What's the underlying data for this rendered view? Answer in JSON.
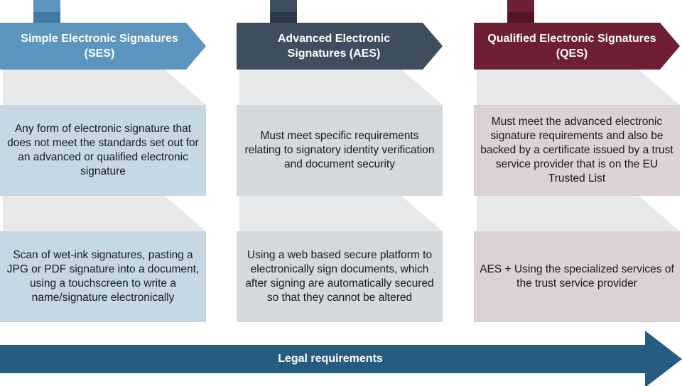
{
  "columns": [
    {
      "id": "ses",
      "title": "Simple Electronic Signatures (SES)",
      "definition": "Any form of electronic signature that does not meet the standards set out for an advanced or qualified electronic signature",
      "example": "Scan of wet-ink signatures, pasting a JPG or PDF signature into a document, using a touchscreen to write a name/signature electronically",
      "colors": {
        "header": "#5c96bf",
        "header_dark": "#3f7aa5",
        "box": "#c6d8e4"
      }
    },
    {
      "id": "aes",
      "title": "Advanced Electronic Signatures (AES)",
      "definition": "Must meet specific requirements relating to signatory identity verification and document security",
      "example": "Using a web based secure platform to electronically sign documents, which after signing are automatically secured so that they cannot be altered",
      "colors": {
        "header": "#3e4e5e",
        "header_dark": "#2c3946",
        "box": "#d5d8dc"
      }
    },
    {
      "id": "qes",
      "title": "Qualified Electronic Signatures (QES)",
      "definition": "Must meet the advanced electronic signature requirements and also be backed by a certificate issued by a trust service provider that is on the EU Trusted List",
      "example": "AES + Using the specialized services of the trust service provider",
      "colors": {
        "header": "#6e1f34",
        "header_dark": "#531526",
        "box": "#ddd0d6"
      }
    }
  ],
  "legal_arrow": {
    "label": "Legal requirements",
    "color": "#275c82"
  },
  "ribbon_color": "#e6e8ea"
}
